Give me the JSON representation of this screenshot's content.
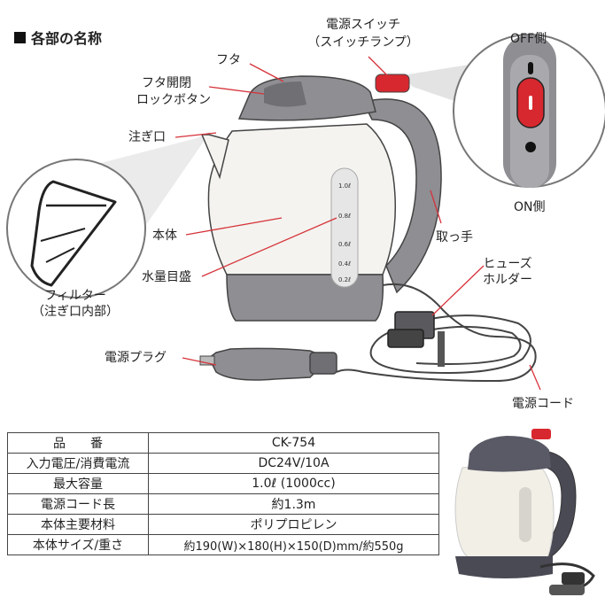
{
  "heading": "各部の名称",
  "labels": {
    "lid": "フタ",
    "lid_lock_line1": "フタ開閉",
    "lid_lock_line2": "ロックボタン",
    "spout": "注ぎ口",
    "filter_line1": "フィルター",
    "filter_line2": "（注ぎ口内部）",
    "body": "本体",
    "water_scale": "水量目盛",
    "plug": "電源プラグ",
    "switch_line1": "電源スイッチ",
    "switch_line2": "（スイッチランプ）",
    "off_side": "OFF側",
    "on_side": "ON側",
    "handle": "取っ手",
    "fuse_line1": "ヒューズ",
    "fuse_line2": "ホルダー",
    "cord": "電源コード"
  },
  "scale_marks": [
    "1.0ℓ",
    "0.8ℓ",
    "0.6ℓ",
    "0.4ℓ",
    "0.2ℓ"
  ],
  "specs": [
    {
      "key": "品　　番",
      "value": "CK-754"
    },
    {
      "key": "入力電圧/消費電流",
      "value": "DC24V/10A"
    },
    {
      "key": "最大容量",
      "value": "1.0ℓ (1000cc)"
    },
    {
      "key": "電源コード長",
      "value": "約1.3m"
    },
    {
      "key": "本体主要材料",
      "value": "ポリプロピレン"
    },
    {
      "key": "本体サイズ/重さ",
      "value": "約190(W)×180(H)×150(D)mm/約550g"
    }
  ],
  "colors": {
    "gray": "#8e8e93",
    "dark_gray": "#6f6f74",
    "switch_red": "#d8282f",
    "red_line": "#d6333a",
    "body_white": "#f4f3ef"
  }
}
